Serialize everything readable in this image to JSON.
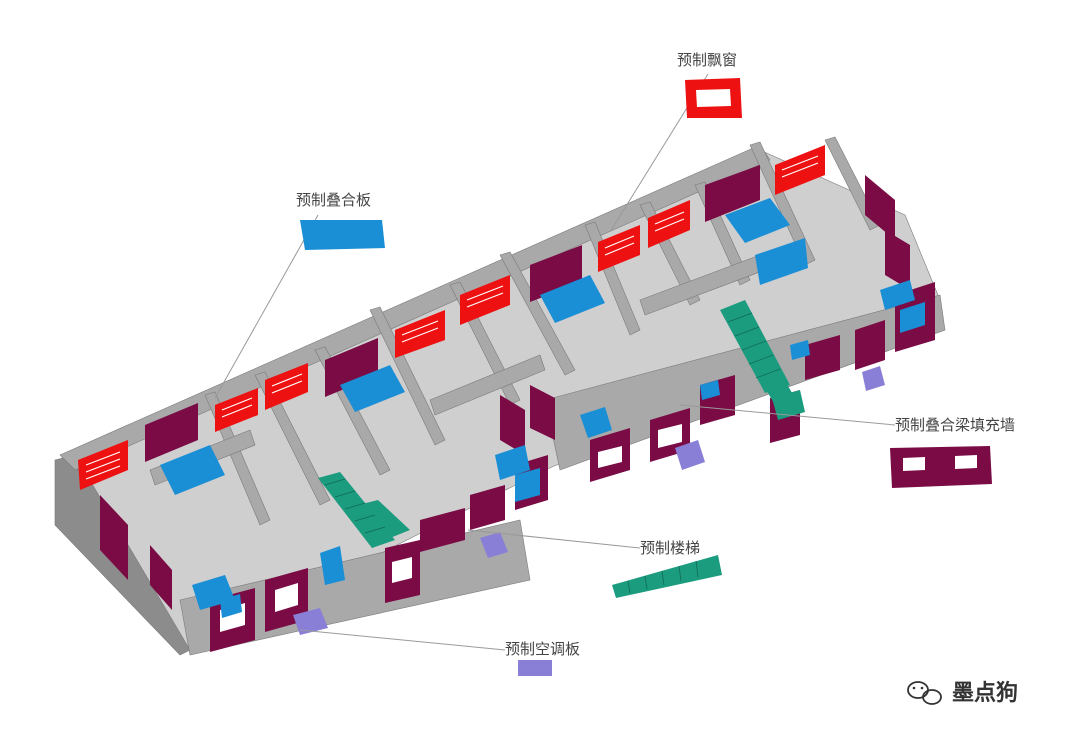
{
  "labels": {
    "bay_window": "预制飘窗",
    "composite_slab": "预制叠合板",
    "infill_wall": "预制叠合梁填充墙",
    "stair": "预制楼梯",
    "ac_panel": "预制空调板"
  },
  "watermark": {
    "text": "墨点狗",
    "icon": "wechat-icon"
  },
  "colors": {
    "bay_window": "#ee1111",
    "composite_slab": "#1a8fd6",
    "infill_wall": "#7a0b45",
    "stair": "#1b9c7f",
    "ac_panel": "#8a7fd6",
    "wall": "#a9a9a9",
    "wall_dark": "#8c8c8c",
    "floor": "#cfcfcf"
  }
}
